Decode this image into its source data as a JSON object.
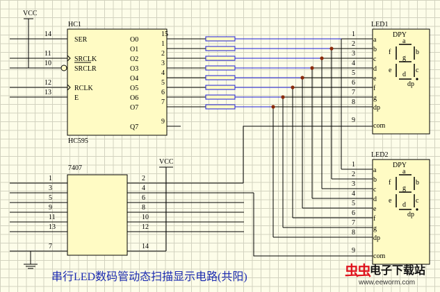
{
  "caption": "串行LED数码管动态扫描显示电路(共阳)",
  "vcc_label": "VCC",
  "hc595": {
    "ref": "HC1",
    "part": "HC595",
    "left_pins": [
      {
        "num": "14",
        "name": "SER"
      },
      {
        "num": "11",
        "name": "SRCLK"
      },
      {
        "num": "10",
        "name": "SRCLR"
      },
      {
        "num": "12",
        "name": "RCLK"
      },
      {
        "num": "13",
        "name": "E"
      }
    ],
    "outputs": [
      {
        "name": "O0",
        "num": "15"
      },
      {
        "name": "O1",
        "num": "1"
      },
      {
        "name": "O2",
        "num": "2"
      },
      {
        "name": "O3",
        "num": "3"
      },
      {
        "name": "O4",
        "num": "4"
      },
      {
        "name": "O5",
        "num": "5"
      },
      {
        "name": "O6",
        "num": "6"
      },
      {
        "name": "O7",
        "num": "7"
      },
      {
        "name": "Q7",
        "num": "9"
      }
    ]
  },
  "buffer": {
    "part": "7407",
    "inputs": [
      "1",
      "3",
      "5",
      "9",
      "11",
      "13",
      "7"
    ],
    "outputs": [
      "2",
      "4",
      "6",
      "8",
      "10",
      "12",
      "14"
    ]
  },
  "leds": [
    {
      "ref": "LED1",
      "type": "DPY",
      "pins": [
        "a",
        "b",
        "c",
        "d",
        "e",
        "f",
        "g",
        "dp",
        "com"
      ],
      "nums": [
        "1",
        "2",
        "3",
        "4",
        "5",
        "6",
        "7",
        "8",
        "9"
      ]
    },
    {
      "ref": "LED2",
      "type": "DPY",
      "pins": [
        "a",
        "b",
        "c",
        "d",
        "e",
        "f",
        "g",
        "dp",
        "com"
      ],
      "nums": [
        "1",
        "2",
        "3",
        "4",
        "5",
        "6",
        "7",
        "8",
        "9"
      ]
    }
  ],
  "segment_labels": [
    "a",
    "b",
    "c",
    "d",
    "e",
    "f",
    "g",
    "dp"
  ],
  "logo": {
    "name": "电子下载站",
    "url": "www.eeworm.com"
  }
}
